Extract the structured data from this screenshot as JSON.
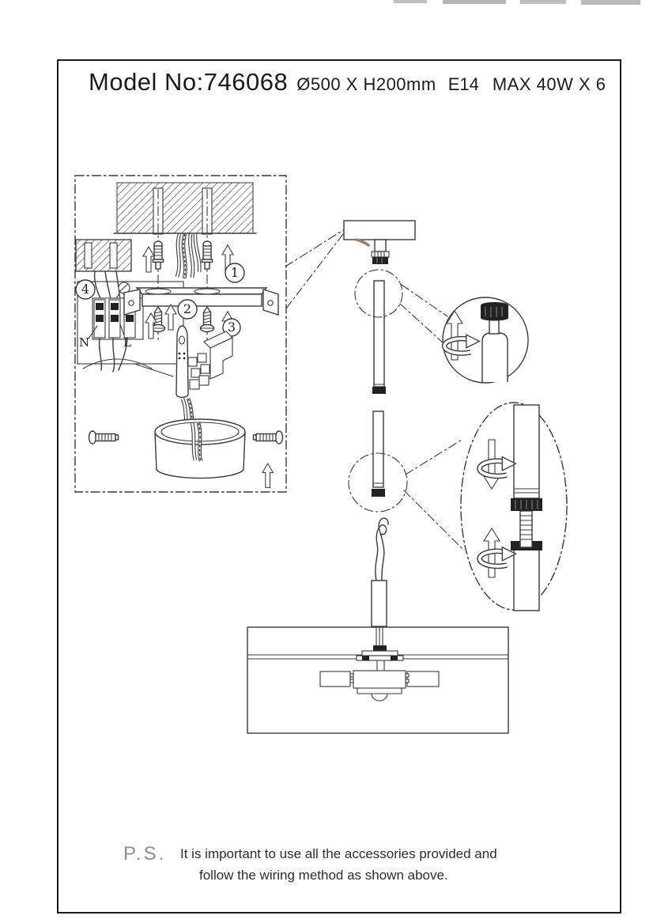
{
  "title": {
    "model": "Model No:746068",
    "dimensions": "Ø500 X H200mm",
    "socket": "E14",
    "power": "MAX 40W X 6"
  },
  "steps": {
    "step1": "1",
    "step2": "2",
    "step3": "3",
    "step4": "4"
  },
  "wiring": {
    "neutral_label": "N",
    "live_label": "L"
  },
  "note": {
    "prefix": "P.S.",
    "line1": "It is important to use all the accessories provided and",
    "line2": "follow the wiring method as shown above."
  },
  "colors": {
    "ink": "#2e2e2e",
    "note_gray": "#8e8e8e",
    "pen_mark": "#a2795b"
  }
}
